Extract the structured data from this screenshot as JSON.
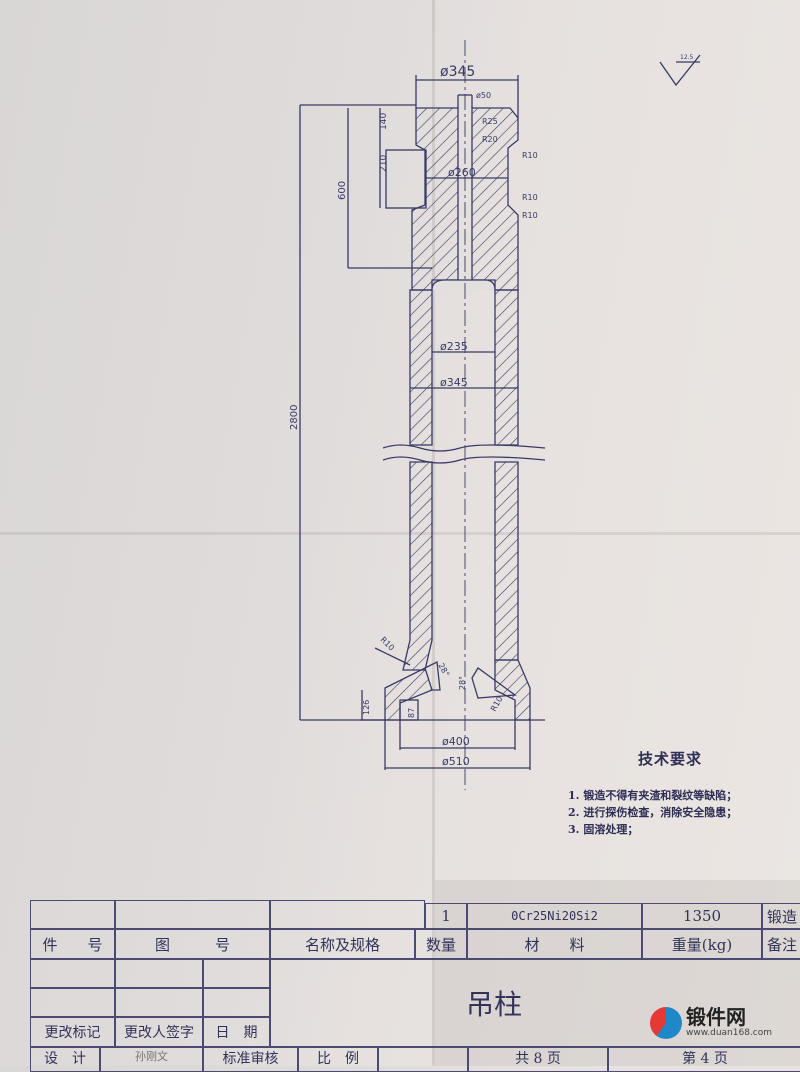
{
  "drawing": {
    "dimensions": {
      "top_diameter": "ø345",
      "bore_small": "ø50",
      "r_top1": "R25",
      "r_top2": "R20",
      "r_top3": "R10",
      "neck_diameter": "ø260",
      "r_mid1": "R10",
      "r_mid2": "R10",
      "height_140": "140",
      "height_210": "210",
      "height_600": "600",
      "total_height": "2800",
      "inner_diameter": "ø235",
      "outer_diameter": "ø345",
      "r_bottom_left": "R10",
      "angle_left": "28°",
      "angle_right": "28°",
      "r_bottom_right": "R10",
      "height_126": "126",
      "height_87": "87",
      "base_inner_diameter": "ø400",
      "base_outer_diameter": "ø510",
      "roughness": "12.5"
    },
    "colors": {
      "line": "#3a3a66",
      "paper": "#e3dfdd"
    }
  },
  "technical_requirements": {
    "title": "技术要求",
    "items": [
      "1. 锻造不得有夹渣和裂纹等缺陷；",
      "2. 进行探伤检查，消除安全隐患；",
      "3. 固溶处理；"
    ]
  },
  "title_block": {
    "quantity": "1",
    "material": "0Cr25Ni20Si2",
    "weight": "1350",
    "remark_partial": "锻造",
    "headers": {
      "part_no": "件　　号",
      "drawing_no": "图　　　号",
      "name_spec": "名称及规格",
      "quantity": "数量",
      "material": "材　　料",
      "weight": "重量(kg)",
      "remark": "备注"
    },
    "part_name": "吊柱",
    "revision_mark": "更改标记",
    "revision_signer": "更改人签字",
    "date": "日　期",
    "design": "设　计",
    "designer_signature": "孙刚文",
    "standard_review": "标准审核",
    "scale": "比　例",
    "total_pages": "共 8 页",
    "page_no": "第 4 页"
  },
  "watermark": {
    "name": "锻件网",
    "url": "www.duan168.com"
  }
}
